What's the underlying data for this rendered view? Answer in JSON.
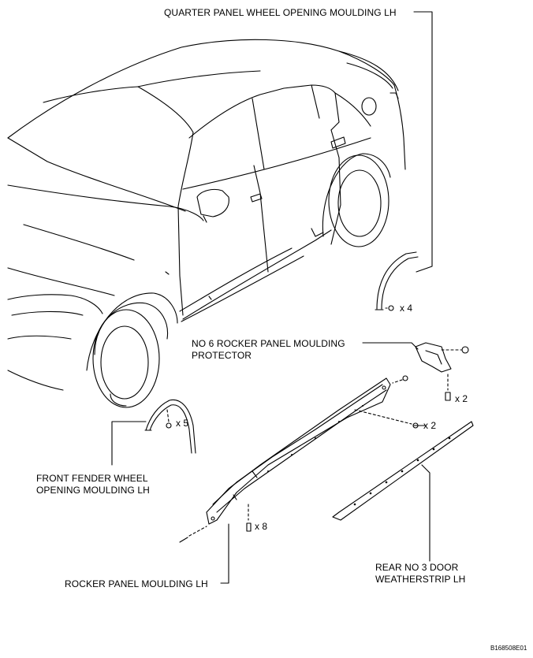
{
  "labels": {
    "quarter_panel": "QUARTER PANEL WHEEL OPENING MOULDING LH",
    "no6_line1": "NO 6 ROCKER PANEL MOULDING",
    "no6_line2": "PROTECTOR",
    "front_fender_line1": "FRONT FENDER WHEEL",
    "front_fender_line2": "OPENING MOULDING LH",
    "rocker_panel": "ROCKER PANEL MOULDING LH",
    "rear_door_line1": "REAR NO 3 DOOR",
    "rear_door_line2": "WEATHERSTRIP LH"
  },
  "quantities": {
    "quarter_clips": "x 4",
    "protector_clips": "x 2",
    "rocker_screws": "x 2",
    "fender_clips": "x 5",
    "rocker_clips": "x 8"
  },
  "figure_code": "B168508E01"
}
